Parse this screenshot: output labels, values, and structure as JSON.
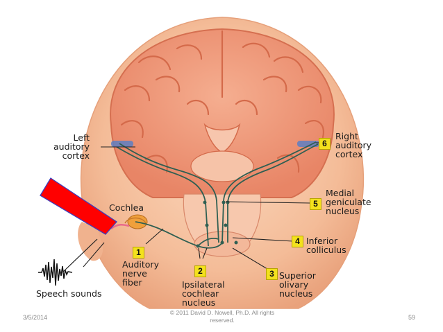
{
  "labels": {
    "left_cortex": "Left\nauditory\ncortex",
    "right_cortex": "Right\nauditory\ncortex",
    "cochlea": "Cochlea",
    "medial": "Medial\ngeniculate\nnucleus",
    "inferior": "Inferior\ncolliculus",
    "auditory_nerve": "Auditory\nnerve\nfiber",
    "ipsilateral": "Ipsilateral\ncochlear\nnucleus",
    "superior": "Superior\nolivary\nnucleus",
    "speech": "Speech sounds"
  },
  "markers": [
    "1",
    "2",
    "3",
    "4",
    "5",
    "6"
  ],
  "footer": {
    "date": "3/5/2014",
    "copyright": "© 2011 David D. Nowell, Ph.D. All rights\nreserved.",
    "page": "59"
  },
  "colors": {
    "head": "#f6c3a0",
    "brain": "#ee8f70",
    "pathway": "#2f5f52",
    "cortex_highlight": "#5d7fc3",
    "marker": "#f3e11d",
    "arrow": "#ff0000"
  }
}
